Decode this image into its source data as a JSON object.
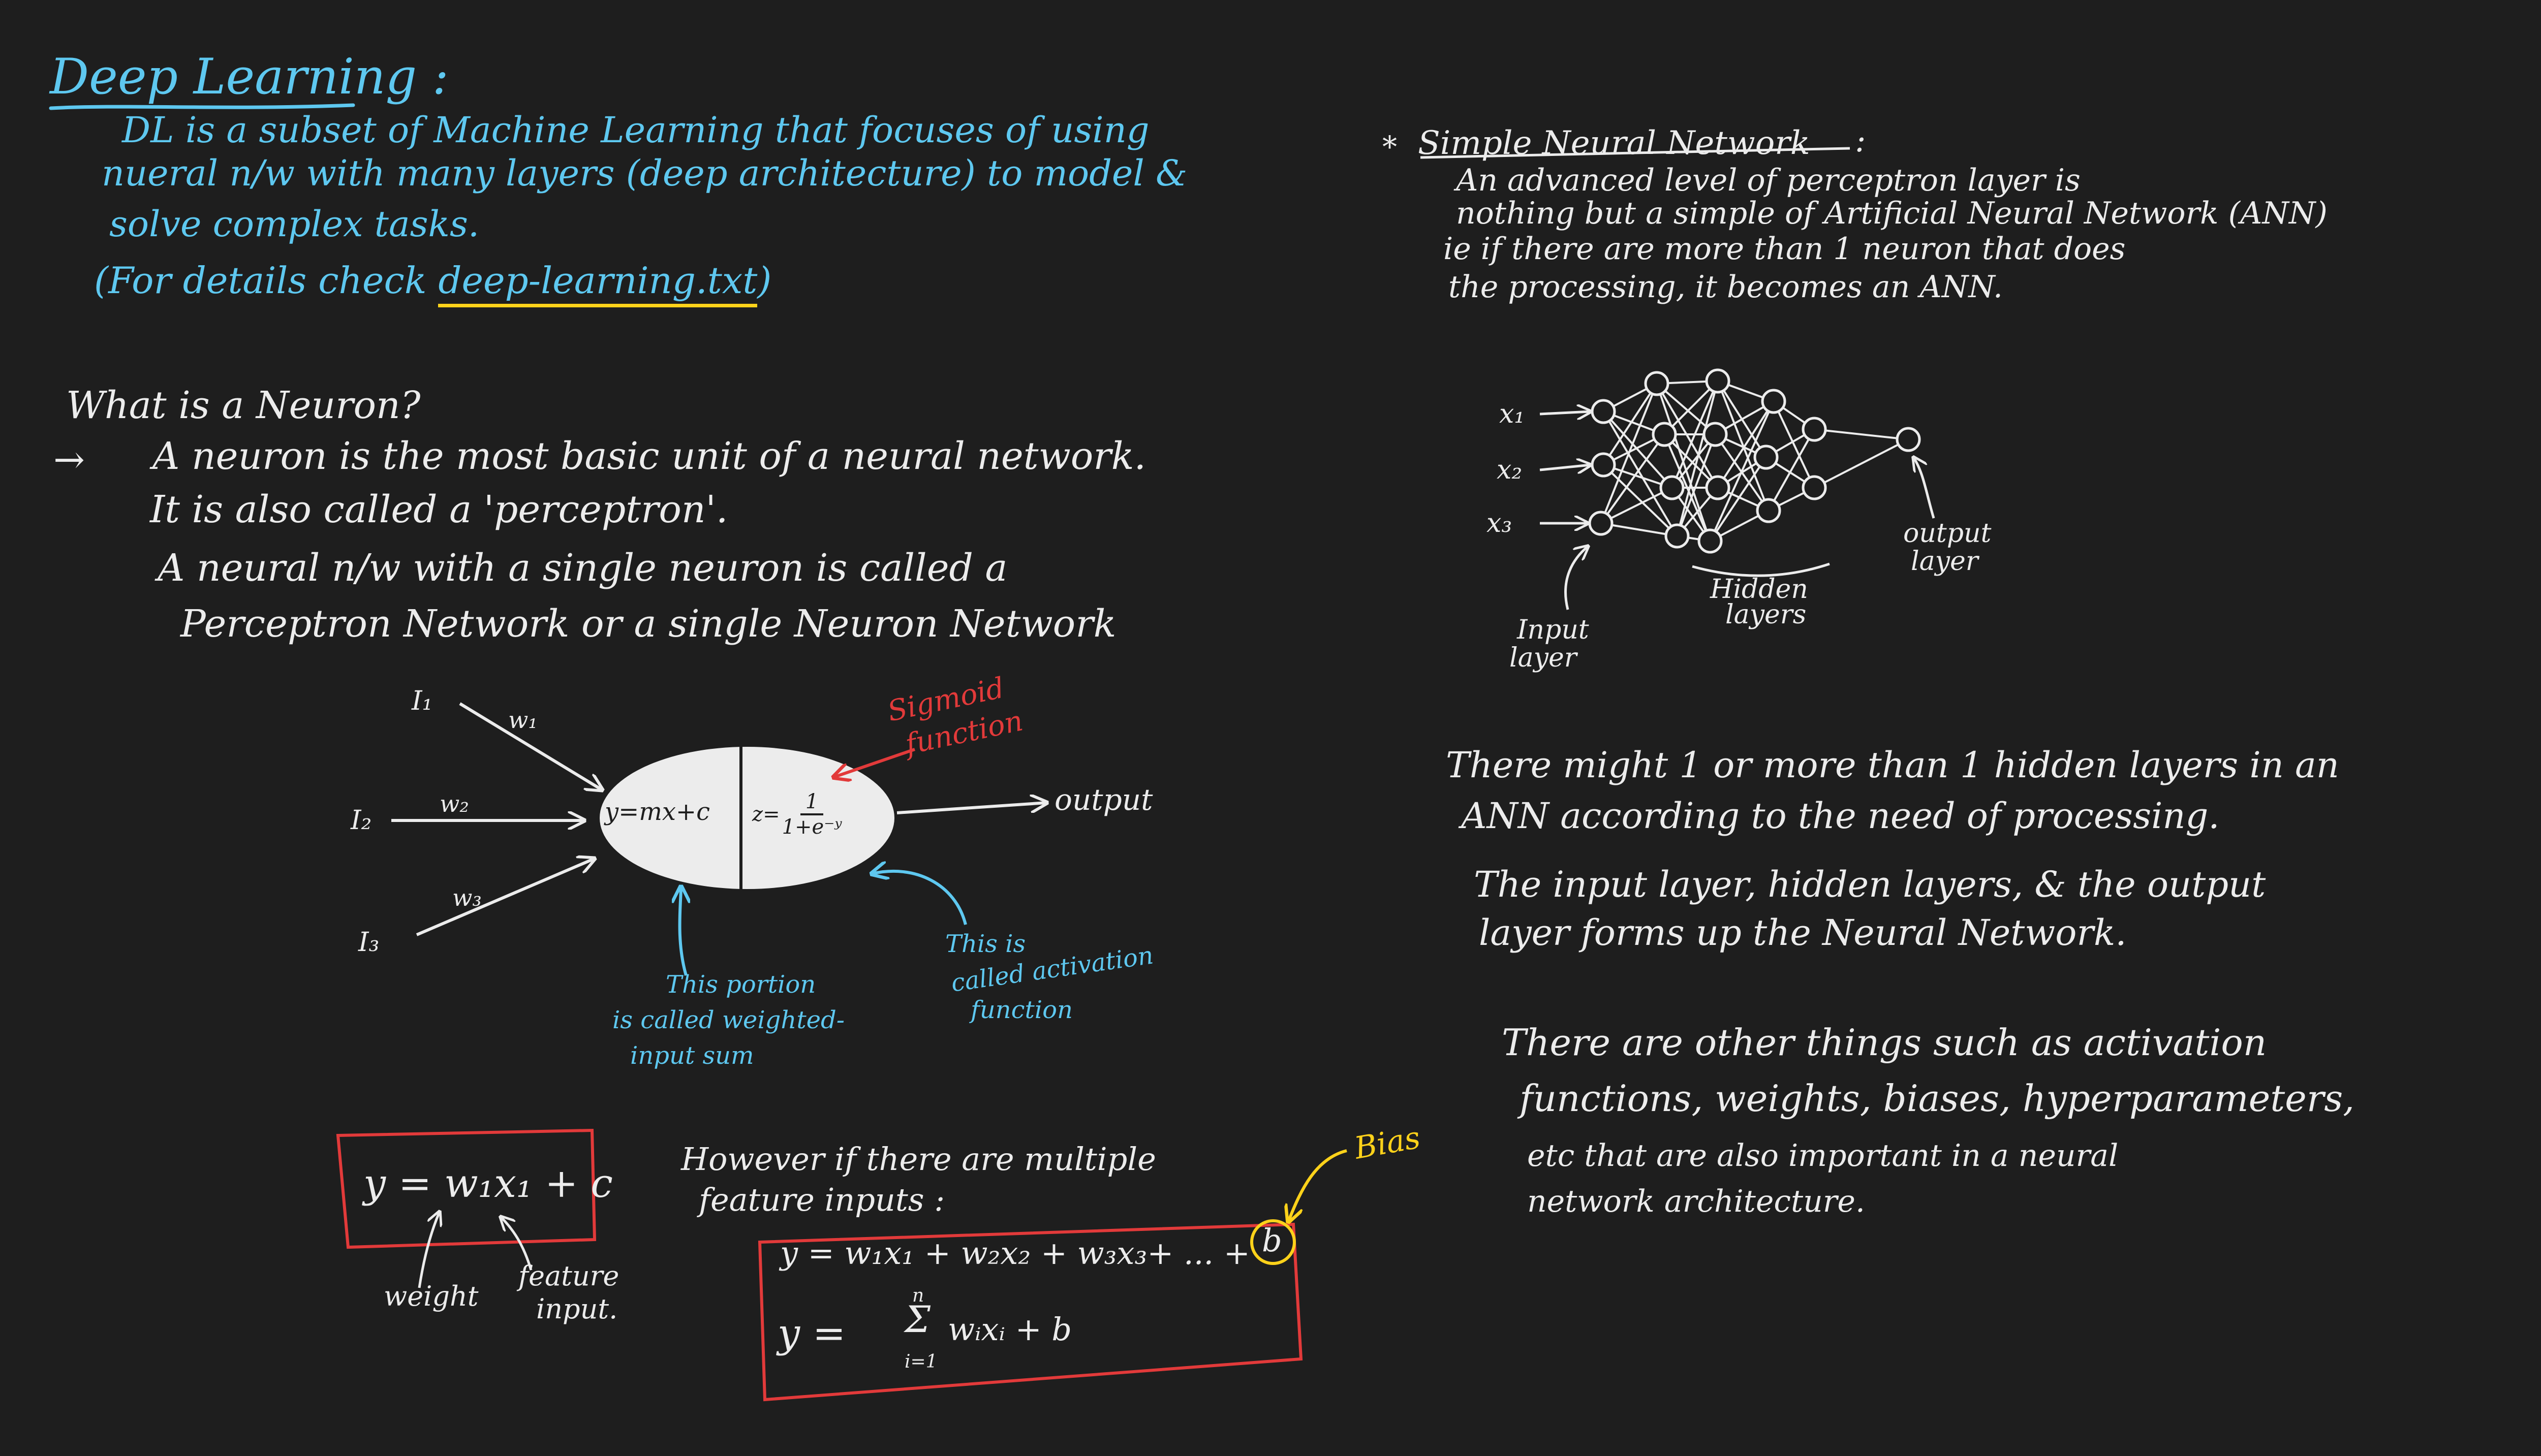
{
  "colors": {
    "background": "#1e1e1e",
    "chalk_white": "#ececec",
    "blue": "#5ec8f0",
    "red": "#e23a3a",
    "yellow": "#ffd21a"
  },
  "heading": {
    "title": "Deep Learning :",
    "line1": "DL is a subset of Machine Learning that focuses of using",
    "line2": "nueral n/w with many layers (deep architecture) to model &",
    "line3": "solve complex tasks.",
    "details_prefix": "(For details check",
    "details_link": "deep-learning.txt",
    "details_suffix": ")"
  },
  "neuron": {
    "question": "What is a Neuron?",
    "arrow": "→",
    "line1": "A neuron is the most basic unit of a neural network.",
    "line2": "It is also called a 'perceptron'.",
    "line3": "A neural n/w with a single neuron is called a",
    "line4": "Perceptron Network or a single Neuron Network"
  },
  "perceptron_diagram": {
    "inputs": [
      "I₁",
      "I₂",
      "I₃"
    ],
    "weights": [
      "w₁",
      "w₂",
      "w₃"
    ],
    "left_half": "y=mx+c",
    "right_half_prefix": "z=",
    "right_half_numerator": "1",
    "right_half_denominator": "1+e⁻ʸ",
    "output": "output",
    "sigmoid_label_1": "Sigmoid",
    "sigmoid_label_2": "function",
    "weighted_sum_1": "This portion",
    "weighted_sum_2": "is called weighted-",
    "weighted_sum_3": "input sum",
    "activation_1": "This is",
    "activation_2": "called activation",
    "activation_3": "function"
  },
  "formula_box": {
    "equation": "y = w₁x₁ + c",
    "weight_label": "weight",
    "feature_label_1": "feature",
    "feature_label_2": "input."
  },
  "multiple_inputs": {
    "line1": "However if there are multiple",
    "line2": "feature inputs :",
    "eq1": "y = w₁x₁ + w₂x₂ + w₃x₃+ ... +",
    "bias_symbol": "b",
    "eq2_prefix": "y  =",
    "sum_top": "n",
    "sum_sigma": "Σ",
    "sum_bottom": "i=1",
    "eq2_term": "wᵢxᵢ + b",
    "bias_label": "Bias"
  },
  "snn": {
    "title_prefix": "*",
    "title": "Simple Neural Network",
    "title_colon": ":",
    "line1": "An advanced level of perceptron layer is",
    "line2": "nothing but a simple of Artificial Neural Network (ANN)",
    "line3": "ie if there are more than 1 neuron that does",
    "line4": "the processing, it becomes an ANN."
  },
  "ann_diagram": {
    "inputs": [
      "x₁",
      "x₂",
      "x₃"
    ],
    "input_layer_1": "Input",
    "input_layer_2": "layer",
    "hidden_1": "Hidden",
    "hidden_2": "layers",
    "output_1": "output",
    "output_2": "layer"
  },
  "notes": {
    "p1_line1": "There might 1 or more than 1 hidden layers in an",
    "p1_line2": "ANN according to the need of processing.",
    "p2_line1": "The input layer, hidden layers, & the output",
    "p2_line2": "layer forms up the Neural Network.",
    "p3_line1": "There are other things such as activation",
    "p3_line2": "functions, weights, biases, hyperparameters,",
    "p3_line3": "etc that are also important in a neural",
    "p3_line4": "network architecture."
  }
}
